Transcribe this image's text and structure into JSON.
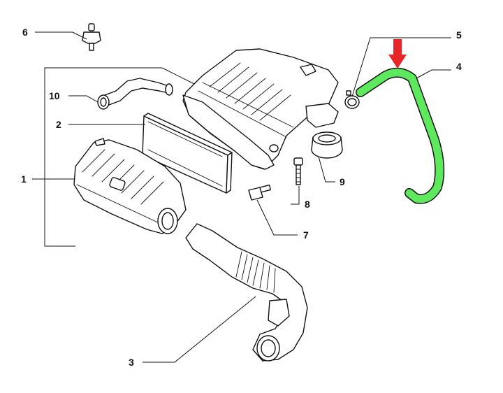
{
  "callouts": [
    {
      "id": "1",
      "label": "1"
    },
    {
      "id": "2",
      "label": "2"
    },
    {
      "id": "3",
      "label": "3"
    },
    {
      "id": "4",
      "label": "4"
    },
    {
      "id": "5",
      "label": "5"
    },
    {
      "id": "6",
      "label": "6"
    },
    {
      "id": "7",
      "label": "7"
    },
    {
      "id": "8",
      "label": "8"
    },
    {
      "id": "9",
      "label": "9"
    },
    {
      "id": "10",
      "label": "10"
    }
  ],
  "highlight": {
    "part_id": "4",
    "hose_color": "#5ee85e",
    "arrow_color": "#e8262a"
  }
}
